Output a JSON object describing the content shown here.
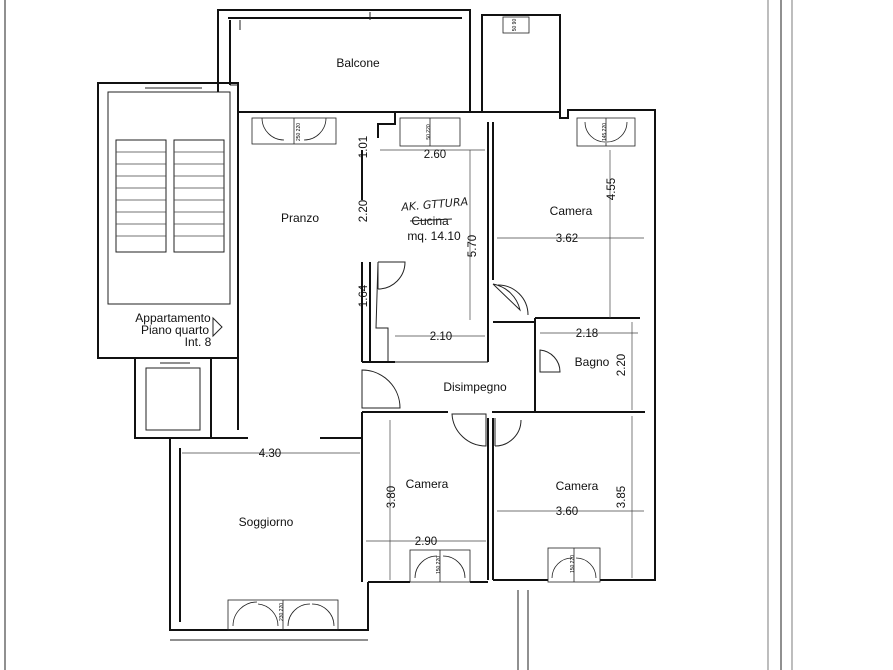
{
  "rooms": {
    "balcone": "Balcone",
    "pranzo": "Pranzo",
    "cucina_handwritten": "AK. GTTURA",
    "cucina": "Cucina",
    "cucina_area": "mq. 14.10",
    "camera_top": "Camera",
    "bagno": "Bagno",
    "disimpegno": "Disimpegno",
    "camera_mid": "Camera",
    "camera_right": "Camera",
    "soggiorno": "Soggiorno"
  },
  "apartment_label": {
    "line1": "Appartamento",
    "line2": "Piano quarto",
    "line3": "Int. 8"
  },
  "dimensions": {
    "d_101": "1.01",
    "d_260": "2.60",
    "d_220_kitchen": "2.20",
    "d_570": "5.70",
    "d_455": "4.55",
    "d_362": "3.62",
    "d_164": "1.64",
    "d_210": "2.10",
    "d_218": "2.18",
    "d_220_bath": "2.20",
    "d_430": "4.30",
    "d_380": "3.80",
    "d_290": "2.90",
    "d_385": "3.85",
    "d_360": "3.60"
  },
  "window_marks": {
    "w_pranzo": "250 220",
    "w_kitchen": "50 220",
    "w_balcony": "50 90",
    "w_camera_top": "145 220",
    "w_camera_mid": "150 220",
    "w_camera_right": "150 220",
    "w_soggiorno": "230 220"
  }
}
